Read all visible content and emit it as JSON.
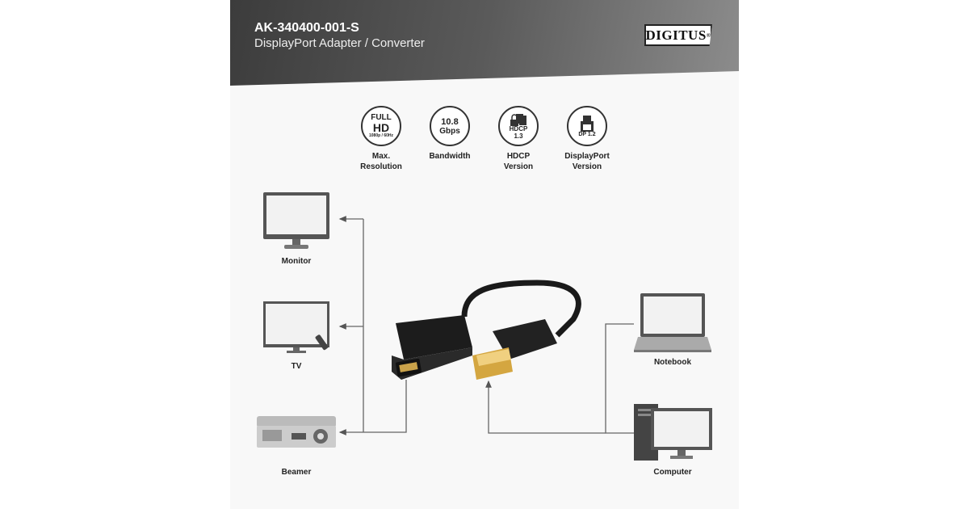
{
  "header": {
    "sku": "AK-340400-001-S",
    "subtitle": "DisplayPort Adapter / Converter",
    "logo": "DIGITUS®"
  },
  "features": [
    {
      "icon": "full-hd-icon",
      "line1": "FULL",
      "line2": "HD",
      "line3": "1080p / 60Hz",
      "label1": "Max.",
      "label2": "Resolution"
    },
    {
      "icon": "bandwidth-icon",
      "line1": "10.8",
      "line2": "Gbps",
      "label1": "Bandwidth",
      "label2": ""
    },
    {
      "icon": "hdcp-lock-icon",
      "line1": "HDCP",
      "line2": "1.3",
      "label1": "HDCP",
      "label2": "Version"
    },
    {
      "icon": "displayport-icon",
      "line1": "DP 1.2",
      "label1": "DisplayPort",
      "label2": "Version"
    }
  ],
  "devices": {
    "monitor": "Monitor",
    "tv": "TV",
    "beamer": "Beamer",
    "notebook": "Notebook",
    "computer": "Computer"
  },
  "colors": {
    "line": "#555555",
    "header_dark": "#3c3c3c",
    "header_light": "#8c8c8c"
  }
}
